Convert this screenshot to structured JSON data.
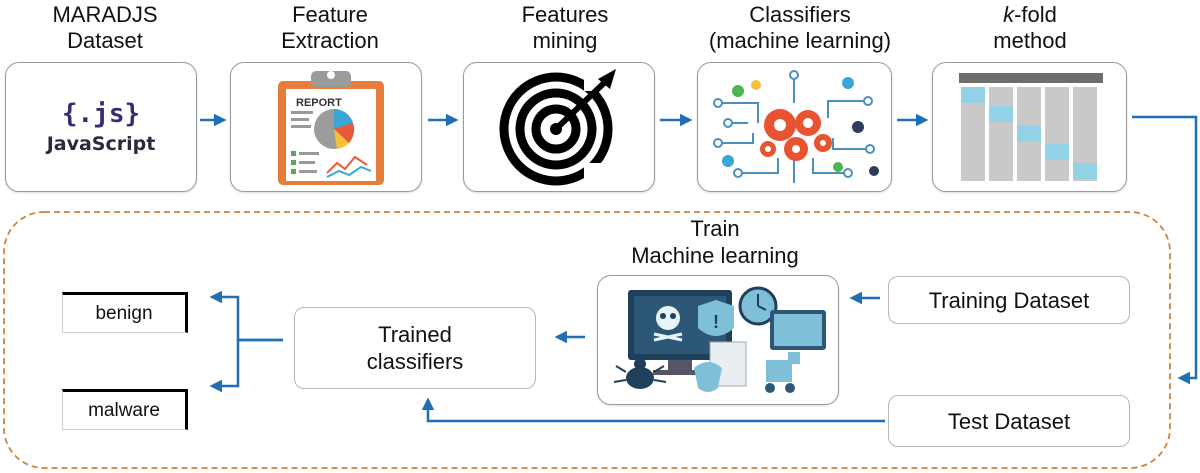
{
  "stages": [
    {
      "line1": "MARADJS",
      "line2": "Dataset"
    },
    {
      "line1": "Feature",
      "line2": "Extraction"
    },
    {
      "line1": "Features",
      "line2": "mining"
    },
    {
      "line1": "Classifiers",
      "line2": "(machine learning)"
    },
    {
      "line1_italic": "k",
      "line1_rest": "-fold",
      "line2": "method"
    }
  ],
  "logo": {
    "js_glyph": "{.js}",
    "name": "JavaScript"
  },
  "report": {
    "title": "REPORT"
  },
  "train": {
    "line1": "Train",
    "line2": "Machine learning"
  },
  "training_dataset": "Training Dataset",
  "test_dataset": "Test Dataset",
  "trained": {
    "line1": "Trained",
    "line2": "classifiers"
  },
  "outputs": {
    "benign": "benign",
    "malware": "malware"
  },
  "icons": [
    "javascript-logo",
    "report-clipboard-icon",
    "target-arrow-icon",
    "circuit-gears-icon",
    "fold-table-icon",
    "security-devices-icon"
  ],
  "colors": {
    "arrow": "#1f6fb5",
    "dashed_border": "#d2823a",
    "fold_cell": "#93d2e6",
    "fold_header": "#6e6e6e"
  }
}
